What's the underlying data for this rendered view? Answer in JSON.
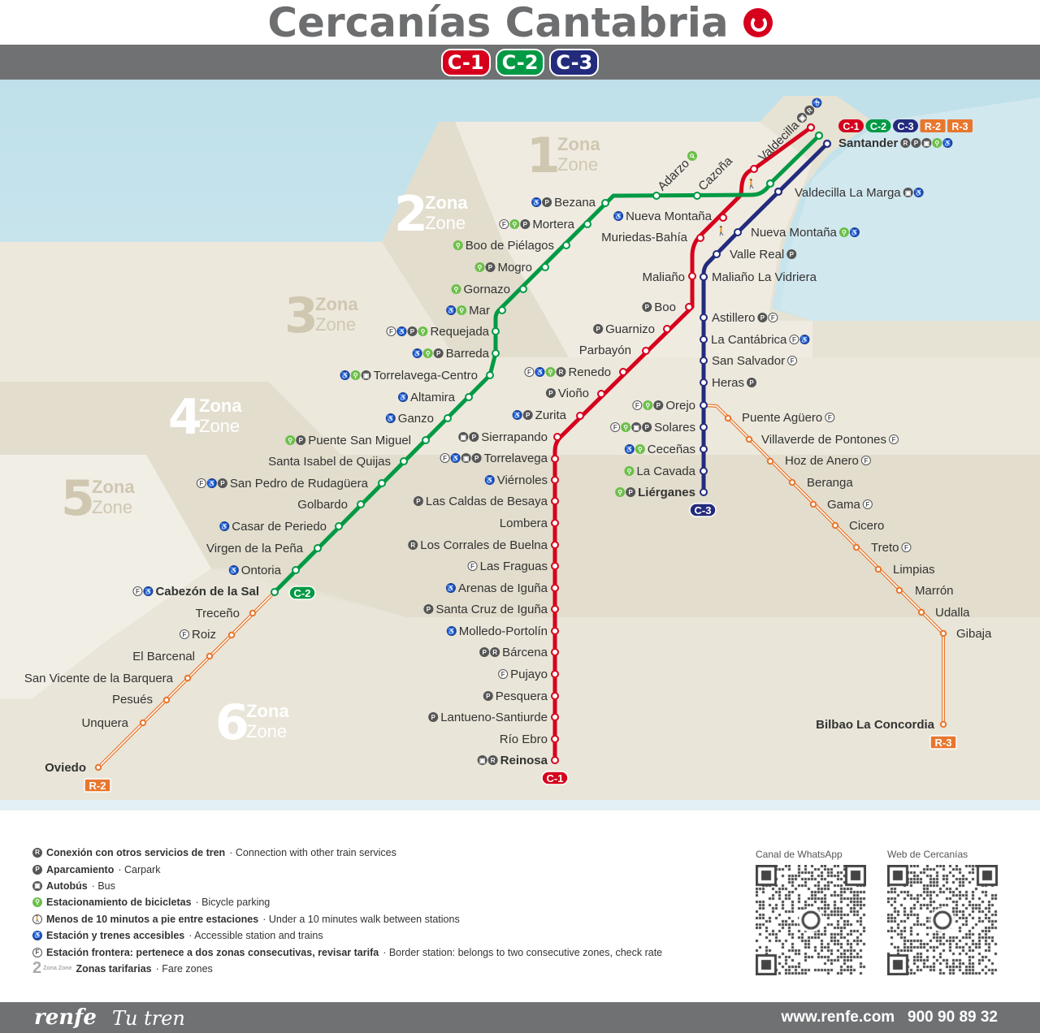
{
  "header": {
    "title": "Cercanías Cantabria",
    "logo": "renfe-logo"
  },
  "lines": [
    {
      "id": "C-1",
      "color": "#d6001c"
    },
    {
      "id": "C-2",
      "color": "#009a44"
    },
    {
      "id": "C-3",
      "color": "#232b7d"
    },
    {
      "id": "R-2",
      "color": "#e8772e"
    },
    {
      "id": "R-3",
      "color": "#e8772e"
    }
  ],
  "zones": [
    {
      "number": "1",
      "es": "Zona",
      "en": "Zone"
    },
    {
      "number": "2",
      "es": "Zona",
      "en": "Zone"
    },
    {
      "number": "3",
      "es": "Zona",
      "en": "Zone"
    },
    {
      "number": "4",
      "es": "Zona",
      "en": "Zone"
    },
    {
      "number": "5",
      "es": "Zona",
      "en": "Zone"
    },
    {
      "number": "6",
      "es": "Zona",
      "en": "Zone"
    }
  ],
  "service_icons": {
    "T": {
      "icon": "train-connection-icon",
      "glyph": "R",
      "color": "#555555"
    },
    "P": {
      "icon": "parking-icon",
      "glyph": "P",
      "color": "#555555"
    },
    "B": {
      "icon": "bus-icon",
      "glyph": "▣",
      "color": "#555555"
    },
    "K": {
      "icon": "bicycle-parking-icon",
      "glyph": "⚲",
      "color": "#6cbf4a"
    },
    "W": {
      "icon": "walk-icon",
      "glyph": "🚶",
      "color": "#555555"
    },
    "A": {
      "icon": "accessible-icon",
      "glyph": "♿",
      "color": "#1f3f8f"
    },
    "F": {
      "icon": "border-station-icon",
      "glyph": "F",
      "color": "#555555"
    }
  },
  "stations": [
    {
      "id": "santander",
      "name": "Santander",
      "services": [
        "T",
        "P",
        "B",
        "K",
        "A"
      ],
      "badges": [
        "C-1",
        "C-2",
        "C-3",
        "R-2",
        "R-3"
      ]
    },
    {
      "id": "valdecilla",
      "name": "Valdecilla",
      "services": [
        "B",
        "T",
        "A"
      ]
    },
    {
      "id": "valdecilla-marga",
      "name": "Valdecilla La Marga",
      "services": [
        "B",
        "A"
      ]
    },
    {
      "id": "cazona",
      "name": "Cazoña",
      "services": []
    },
    {
      "id": "adarzo",
      "name": "Adarzo",
      "services": [
        "K"
      ]
    },
    {
      "id": "bezana",
      "name": "Bezana",
      "services": [
        "A",
        "P"
      ]
    },
    {
      "id": "mortera",
      "name": "Mortera",
      "services": [
        "F",
        "K",
        "P"
      ]
    },
    {
      "id": "boo-pielagos",
      "name": "Boo de Piélagos",
      "services": [
        "K"
      ]
    },
    {
      "id": "mogro",
      "name": "Mogro",
      "services": [
        "K",
        "P"
      ]
    },
    {
      "id": "gornazo",
      "name": "Gornazo",
      "services": [
        "K"
      ]
    },
    {
      "id": "mar",
      "name": "Mar",
      "services": [
        "A",
        "K"
      ]
    },
    {
      "id": "requejada",
      "name": "Requejada",
      "services": [
        "F",
        "A",
        "P",
        "K"
      ]
    },
    {
      "id": "barreda",
      "name": "Barreda",
      "services": [
        "A",
        "K",
        "P"
      ]
    },
    {
      "id": "torrelavega-centro",
      "name": "Torrelavega-Centro",
      "services": [
        "A",
        "K",
        "B"
      ]
    },
    {
      "id": "altamira",
      "name": "Altamira",
      "services": [
        "A"
      ]
    },
    {
      "id": "ganzo",
      "name": "Ganzo",
      "services": [
        "A"
      ]
    },
    {
      "id": "puente-san-miguel",
      "name": "Puente San Miguel",
      "services": [
        "K",
        "P"
      ]
    },
    {
      "id": "santa-isabel",
      "name": "Santa Isabel de Quijas",
      "services": []
    },
    {
      "id": "san-pedro",
      "name": "San Pedro de Rudagüera",
      "services": [
        "F",
        "A",
        "P"
      ]
    },
    {
      "id": "golbardo",
      "name": "Golbardo",
      "services": []
    },
    {
      "id": "casar",
      "name": "Casar de Periedo",
      "services": [
        "A"
      ]
    },
    {
      "id": "virgen-pena",
      "name": "Virgen de la Peña",
      "services": []
    },
    {
      "id": "ontoria",
      "name": "Ontoria",
      "services": [
        "A"
      ]
    },
    {
      "id": "cabezon",
      "name": "Cabezón de la Sal",
      "services": [
        "F",
        "A"
      ]
    },
    {
      "id": "treceno",
      "name": "Treceño",
      "services": []
    },
    {
      "id": "roiz",
      "name": "Roiz",
      "services": [
        "F"
      ]
    },
    {
      "id": "el-barcenal",
      "name": "El Barcenal",
      "services": []
    },
    {
      "id": "san-vicente",
      "name": "San Vicente de la Barquera",
      "services": []
    },
    {
      "id": "pesues",
      "name": "Pesués",
      "services": []
    },
    {
      "id": "unquera",
      "name": "Unquera",
      "services": []
    },
    {
      "id": "oviedo",
      "name": "Oviedo",
      "services": []
    },
    {
      "id": "nueva-montana-c1",
      "name": "Nueva Montaña",
      "services": [
        "A"
      ]
    },
    {
      "id": "muriedas",
      "name": "Muriedas-Bahía",
      "services": []
    },
    {
      "id": "maliano",
      "name": "Maliaño",
      "services": []
    },
    {
      "id": "boo",
      "name": "Boo",
      "services": [
        "P"
      ]
    },
    {
      "id": "guarnizo",
      "name": "Guarnizo",
      "services": [
        "P"
      ]
    },
    {
      "id": "parbayon",
      "name": "Parbayón",
      "services": []
    },
    {
      "id": "renedo",
      "name": "Renedo",
      "services": [
        "F",
        "A",
        "K",
        "T"
      ]
    },
    {
      "id": "viono",
      "name": "Vioño",
      "services": [
        "P"
      ]
    },
    {
      "id": "zurita",
      "name": "Zurita",
      "services": [
        "A",
        "P"
      ]
    },
    {
      "id": "sierrapando",
      "name": "Sierrapando",
      "services": [
        "B",
        "P"
      ]
    },
    {
      "id": "torrelavega",
      "name": "Torrelavega",
      "services": [
        "F",
        "A",
        "B",
        "P"
      ]
    },
    {
      "id": "viernoles",
      "name": "Viérnoles",
      "services": [
        "A"
      ]
    },
    {
      "id": "las-caldas",
      "name": "Las Caldas de Besaya",
      "services": [
        "P"
      ]
    },
    {
      "id": "lombera",
      "name": "Lombera",
      "services": []
    },
    {
      "id": "los-corrales",
      "name": "Los Corrales de Buelna",
      "services": [
        "T"
      ]
    },
    {
      "id": "las-fraguas",
      "name": "Las Fraguas",
      "services": [
        "F"
      ]
    },
    {
      "id": "arenas",
      "name": "Arenas de Iguña",
      "services": [
        "A"
      ]
    },
    {
      "id": "santa-cruz",
      "name": "Santa Cruz de Iguña",
      "services": [
        "P"
      ]
    },
    {
      "id": "molledo",
      "name": "Molledo-Portolín",
      "services": [
        "A"
      ]
    },
    {
      "id": "barcena",
      "name": "Bárcena",
      "services": [
        "P",
        "T"
      ]
    },
    {
      "id": "pujayo",
      "name": "Pujayo",
      "services": [
        "F"
      ]
    },
    {
      "id": "pesquera",
      "name": "Pesquera",
      "services": [
        "P"
      ]
    },
    {
      "id": "lantueno",
      "name": "Lantueno-Santiurde",
      "services": [
        "P"
      ]
    },
    {
      "id": "rio-ebro",
      "name": "Río Ebro",
      "services": []
    },
    {
      "id": "reinosa",
      "name": "Reinosa",
      "services": [
        "B",
        "T"
      ]
    },
    {
      "id": "nueva-montana-c3",
      "name": "Nueva Montaña",
      "services": [
        "K",
        "A"
      ]
    },
    {
      "id": "valle-real",
      "name": "Valle Real",
      "services": [
        "P"
      ]
    },
    {
      "id": "maliano-vidriera",
      "name": "Maliaño La Vidriera",
      "services": []
    },
    {
      "id": "astillero",
      "name": "Astillero",
      "services": [
        "P",
        "F"
      ]
    },
    {
      "id": "la-cantabrica",
      "name": "La Cantábrica",
      "services": [
        "F",
        "A"
      ]
    },
    {
      "id": "san-salvador",
      "name": "San Salvador",
      "services": [
        "F"
      ]
    },
    {
      "id": "heras",
      "name": "Heras",
      "services": [
        "P"
      ]
    },
    {
      "id": "orejo",
      "name": "Orejo",
      "services": [
        "F",
        "K",
        "P"
      ]
    },
    {
      "id": "solares",
      "name": "Solares",
      "services": [
        "F",
        "K",
        "B",
        "P"
      ]
    },
    {
      "id": "cecenas",
      "name": "Ceceñas",
      "services": [
        "A",
        "K"
      ]
    },
    {
      "id": "la-cavada",
      "name": "La Cavada",
      "services": [
        "K"
      ]
    },
    {
      "id": "lierganes",
      "name": "Liérganes",
      "services": [
        "K",
        "P"
      ]
    },
    {
      "id": "puente-aguero",
      "name": "Puente Agüero",
      "services": [
        "F"
      ]
    },
    {
      "id": "villaverde",
      "name": "Villaverde de Pontones",
      "services": [
        "F"
      ]
    },
    {
      "id": "hoz-anero",
      "name": "Hoz de Anero",
      "services": [
        "F"
      ]
    },
    {
      "id": "beranga",
      "name": "Beranga",
      "services": []
    },
    {
      "id": "gama",
      "name": "Gama",
      "services": [
        "F"
      ]
    },
    {
      "id": "cicero",
      "name": "Cicero",
      "services": []
    },
    {
      "id": "treto",
      "name": "Treto",
      "services": [
        "F"
      ]
    },
    {
      "id": "limpias",
      "name": "Limpias",
      "services": []
    },
    {
      "id": "marron",
      "name": "Marrón",
      "services": []
    },
    {
      "id": "udalla",
      "name": "Udalla",
      "services": []
    },
    {
      "id": "gibaja",
      "name": "Gibaja",
      "services": []
    },
    {
      "id": "bilbao",
      "name": "Bilbao La Concordia",
      "services": []
    }
  ],
  "legend": [
    {
      "icon": "T",
      "es": "Conexión con otros servicios de tren",
      "en": "Connection with other train services"
    },
    {
      "icon": "P",
      "es": "Aparcamiento",
      "en": "Carpark"
    },
    {
      "icon": "B",
      "es": "Autobús",
      "en": "Bus"
    },
    {
      "icon": "K",
      "es": "Estacionamiento de bicicletas",
      "en": "Bicycle parking"
    },
    {
      "icon": "W",
      "es": "Menos de 10 minutos a pie entre estaciones",
      "en": "Under a 10 minutes walk between stations"
    },
    {
      "icon": "A",
      "es": "Estación y trenes accesibles",
      "en": "Accessible station and trains"
    },
    {
      "icon": "F",
      "es": "Estación frontera: pertenece a dos zonas consecutivas, revisar tarifa",
      "en": "Border station: belongs to two consecutive zones, check rate"
    },
    {
      "icon": "zone",
      "zone_number": "2",
      "zone_es": "Zona",
      "zone_en": "Zone",
      "es": "Zonas tarifarias",
      "en": "Fare zones"
    }
  ],
  "qr_codes": [
    {
      "label": "Canal de WhatsApp",
      "center_icon": "whatsapp-icon"
    },
    {
      "label": "Web de Cercanías",
      "center_icon": "renfe-icon"
    }
  ],
  "footer": {
    "brand": "renfe",
    "slogan": "Tu tren",
    "website": "www.renfe.com",
    "phone": "900 90 89 32"
  }
}
